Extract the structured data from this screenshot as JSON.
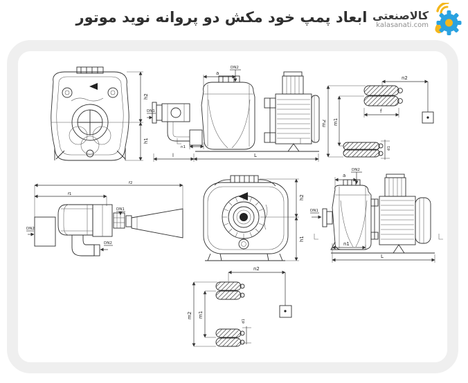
{
  "header": {
    "title": "ابعاد پمپ خود مکش دو پروانه نوید موتور",
    "logo": {
      "name": "کالاصنعتی",
      "domain": "kalasanati.com"
    }
  },
  "colors": {
    "card_border": "#efefef",
    "title_text": "#2f2f2f",
    "line": "#2e2e2e",
    "logo_blue": "#2aa2e0",
    "logo_yellow": "#f4b71d"
  },
  "drawings": {
    "front_view_a": {
      "dims": {
        "h2": "h2",
        "h1": "h1"
      }
    },
    "side_view_a": {
      "dims": {
        "dn2": "DN2",
        "a": "a",
        "dn1": "DN1",
        "n1": "n1",
        "l": "l",
        "big_l": "L"
      }
    },
    "feet_a": {
      "dims": {
        "n2": "n2",
        "m2": "m2",
        "m1": "m1",
        "f": "f",
        "d1": "d1"
      }
    },
    "top_view": {
      "dims": {
        "f2": "f2",
        "f1": "f1",
        "dn2_left": "DN2",
        "dn1_right": "DN1",
        "dn2_right": "DN2"
      }
    },
    "front_view_b": {
      "dims": {
        "h2": "h2",
        "h1": "h1"
      }
    },
    "side_view_b": {
      "dims": {
        "dn2": "DN2",
        "a": "a",
        "dn1": "DN1",
        "n1": "n1",
        "big_l": "L"
      }
    },
    "feet_b": {
      "dims": {
        "n2": "n2",
        "m2": "m2",
        "m1": "m1",
        "d1": "d1"
      }
    }
  }
}
